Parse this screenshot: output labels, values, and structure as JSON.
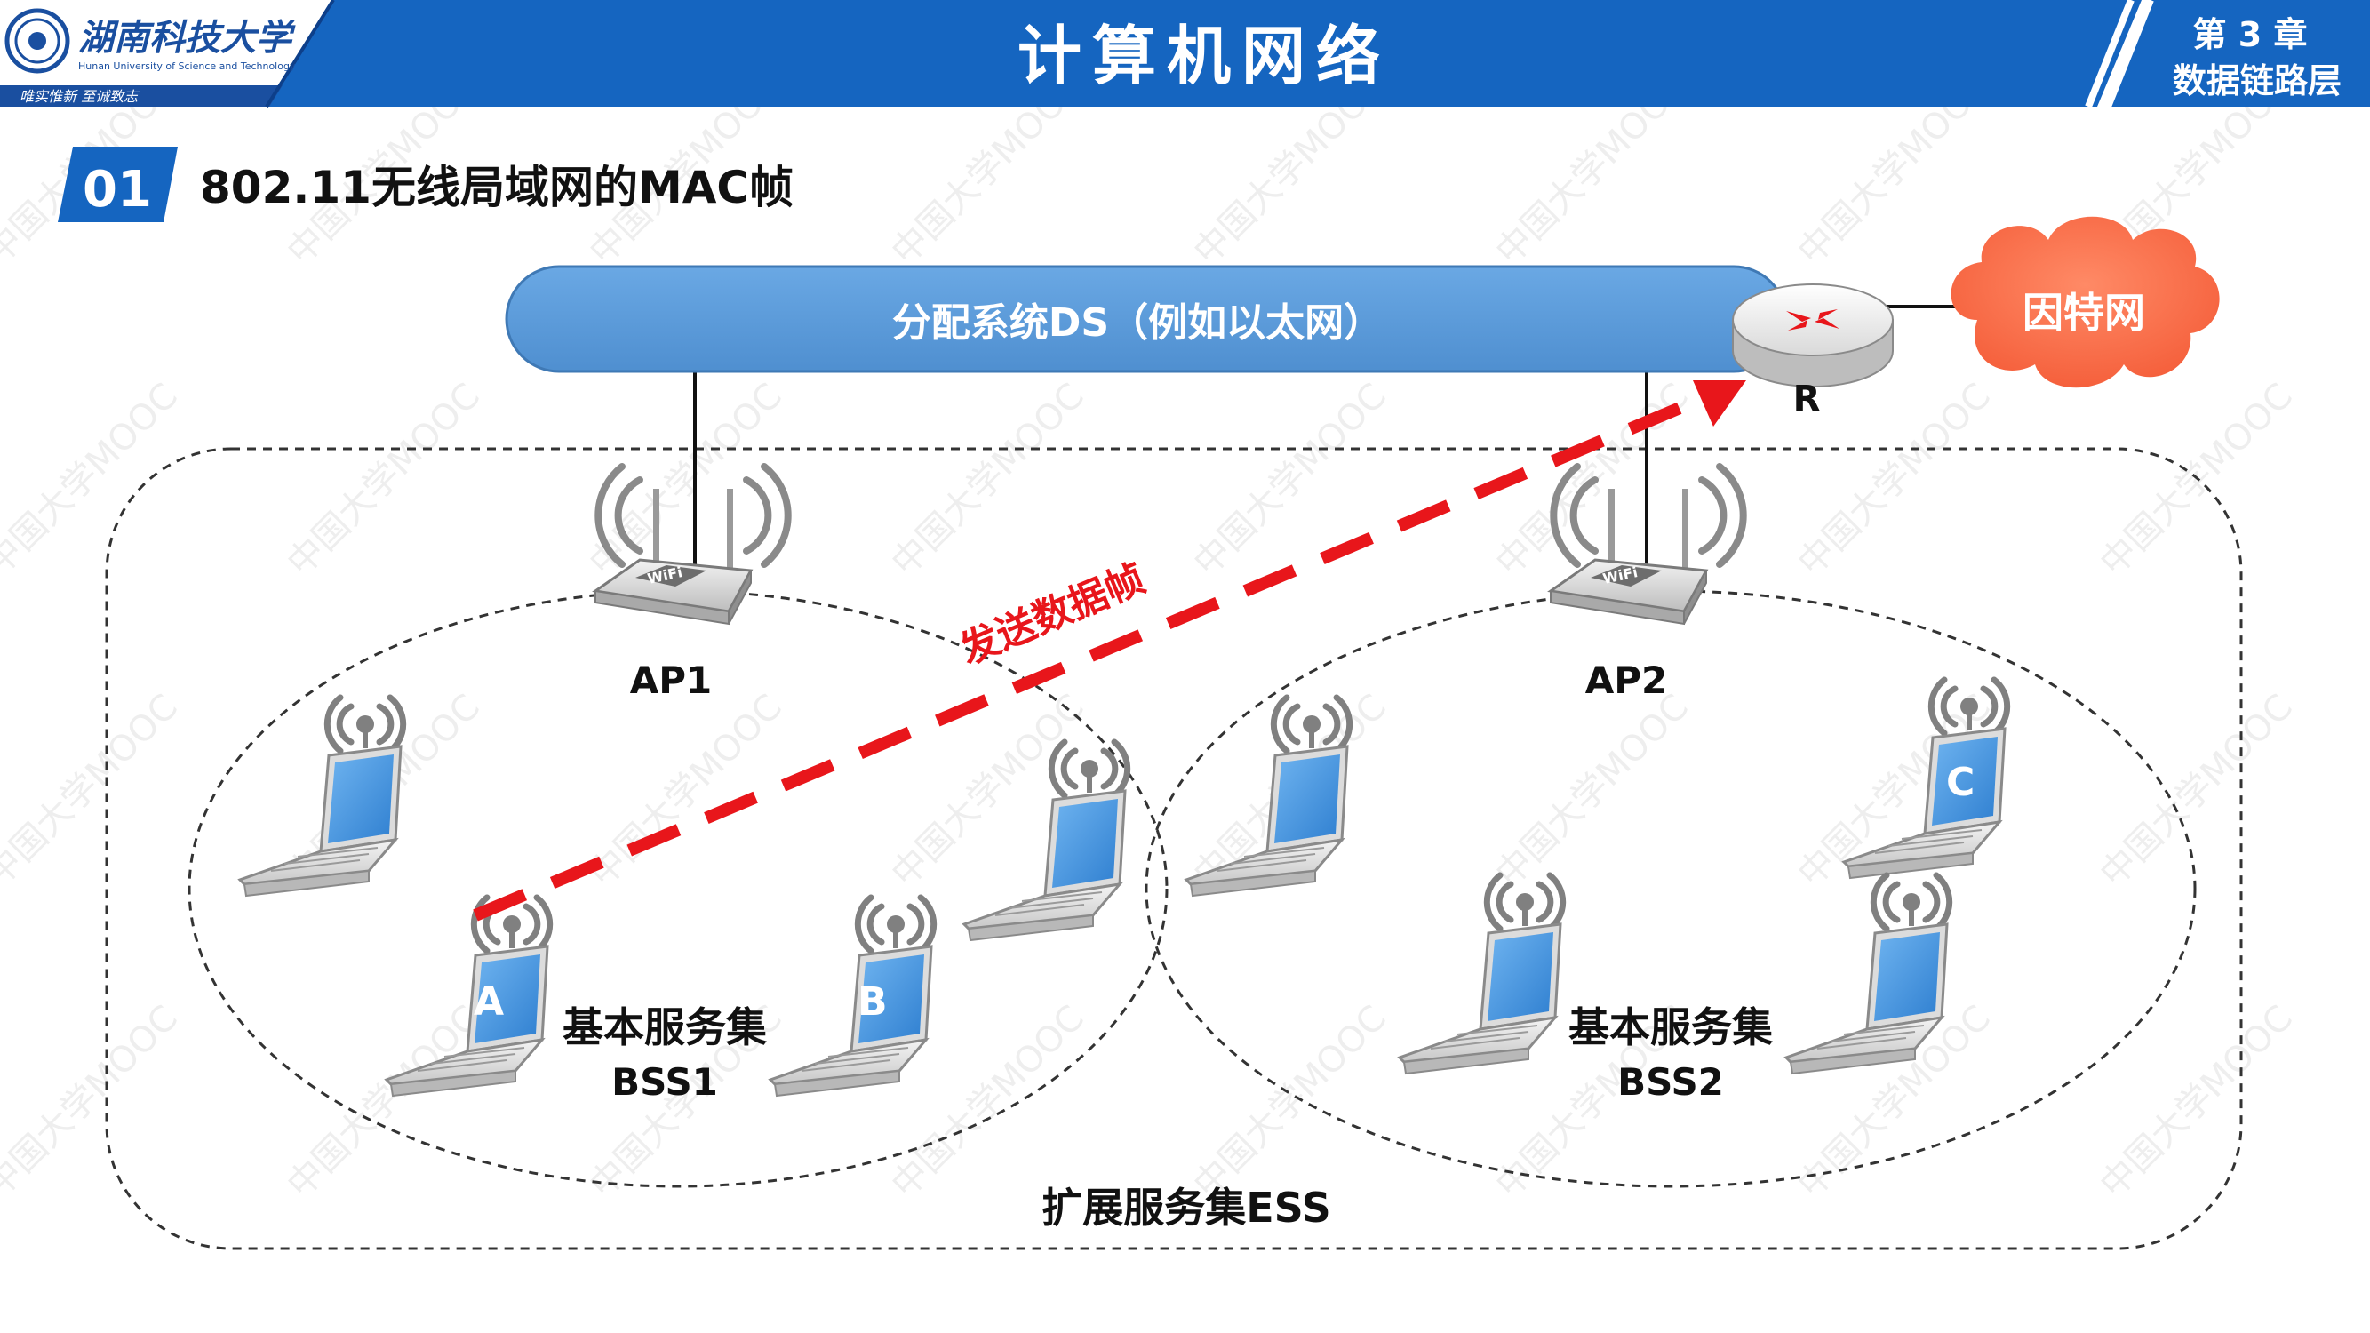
{
  "header": {
    "university_name_cn": "湖南科技大学",
    "university_name_en": "Hunan University of Science and Technology",
    "motto": "唯实惟新   至诚致志",
    "course_title": "计算机网络",
    "chapter": "第 3 章",
    "chapter_title": "数据链路层"
  },
  "section": {
    "number": "01",
    "title": "802.11无线局域网的MAC帧"
  },
  "diagram": {
    "ds_label": "分配系统DS（例如以太网）",
    "router_label": "R",
    "internet_label": "因特网",
    "ap1_label": "AP1",
    "ap2_label": "AP2",
    "send_label": "发送数据帧",
    "bss1_title": "基本服务集",
    "bss1_name": "BSS1",
    "bss2_title": "基本服务集",
    "bss2_name": "BSS2",
    "ess_label": "扩展服务集ESS",
    "laptop_a": "A",
    "laptop_b": "B",
    "laptop_c": "C"
  },
  "watermark": "中国大学MOOC",
  "colors": {
    "header_blue": "#1565c0",
    "ds_blue": "#5b9bd5",
    "internet_orange": "#ff6a45",
    "send_red": "#e8161b",
    "screen_blue": "#3a8ad8"
  }
}
